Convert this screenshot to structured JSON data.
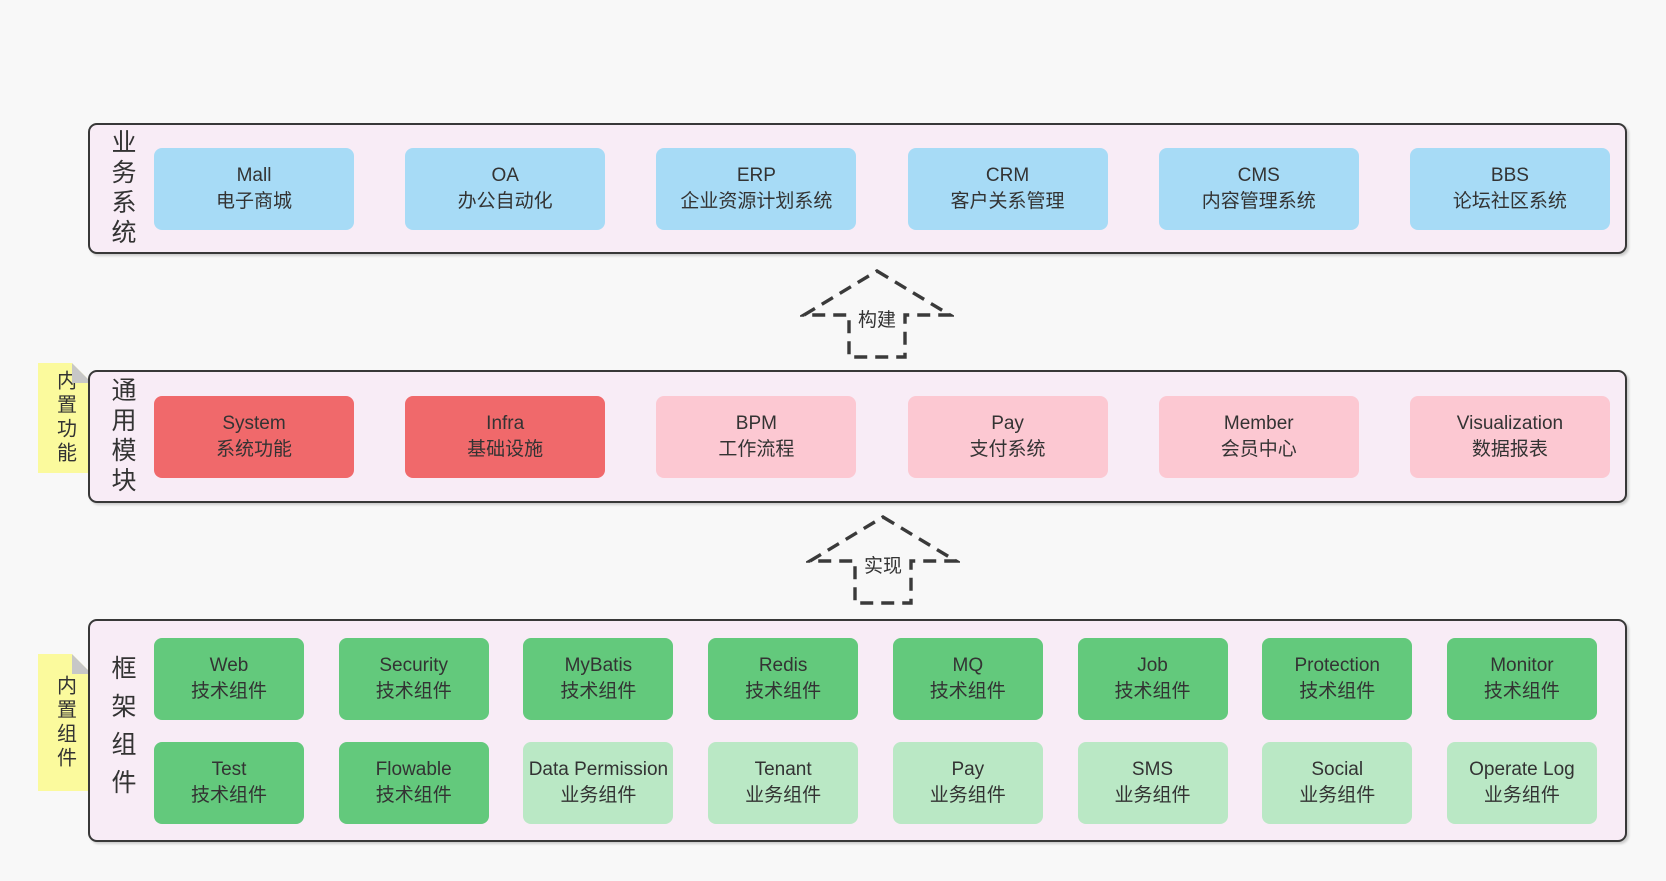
{
  "page": {
    "background": "#f8f8f8"
  },
  "colors": {
    "panel_bg": "#f8ecf6",
    "panel_border": "#383838",
    "box_blue": "#a7dbf6",
    "box_red": "#f0696b",
    "box_pink": "#fcc8d2",
    "box_green": "#63c97c",
    "box_light_green": "#bae8c5",
    "note_yellow": "#fbfa9d",
    "note_fold_gray": "#c7c7c7",
    "text": "#333333"
  },
  "arrows": [
    {
      "label": "构建"
    },
    {
      "label": "实现"
    }
  ],
  "layers": {
    "business": {
      "side_label": "业务系统",
      "boxes": [
        {
          "title": "Mall",
          "subtitle": "电子商城"
        },
        {
          "title": "OA",
          "subtitle": "办公自动化"
        },
        {
          "title": "ERP",
          "subtitle": "企业资源计划系统"
        },
        {
          "title": "CRM",
          "subtitle": "客户关系管理"
        },
        {
          "title": "CMS",
          "subtitle": "内容管理系统"
        },
        {
          "title": "BBS",
          "subtitle": "论坛社区系统"
        }
      ]
    },
    "modules": {
      "side_label": "通用模块",
      "note_label": "内置功能",
      "boxes": [
        {
          "title": "System",
          "subtitle": "系统功能"
        },
        {
          "title": "Infra",
          "subtitle": "基础设施"
        },
        {
          "title": "BPM",
          "subtitle": "工作流程"
        },
        {
          "title": "Pay",
          "subtitle": "支付系统"
        },
        {
          "title": "Member",
          "subtitle": "会员中心"
        },
        {
          "title": "Visualization",
          "subtitle": "数据报表"
        }
      ]
    },
    "components": {
      "side_label": "框架组件",
      "note_label": "内置组件",
      "row1": [
        {
          "title": "Web",
          "subtitle": "技术组件"
        },
        {
          "title": "Security",
          "subtitle": "技术组件"
        },
        {
          "title": "MyBatis",
          "subtitle": "技术组件"
        },
        {
          "title": "Redis",
          "subtitle": "技术组件"
        },
        {
          "title": "MQ",
          "subtitle": "技术组件"
        },
        {
          "title": "Job",
          "subtitle": "技术组件"
        },
        {
          "title": "Protection",
          "subtitle": "技术组件"
        },
        {
          "title": "Monitor",
          "subtitle": "技术组件"
        }
      ],
      "row2": [
        {
          "title": "Test",
          "subtitle": "技术组件"
        },
        {
          "title": "Flowable",
          "subtitle": "技术组件"
        },
        {
          "title": "Data Permission",
          "subtitle": "业务组件"
        },
        {
          "title": "Tenant",
          "subtitle": "业务组件"
        },
        {
          "title": "Pay",
          "subtitle": "业务组件"
        },
        {
          "title": "SMS",
          "subtitle": "业务组件"
        },
        {
          "title": "Social",
          "subtitle": "业务组件"
        },
        {
          "title": "Operate Log",
          "subtitle": "业务组件"
        }
      ]
    }
  }
}
